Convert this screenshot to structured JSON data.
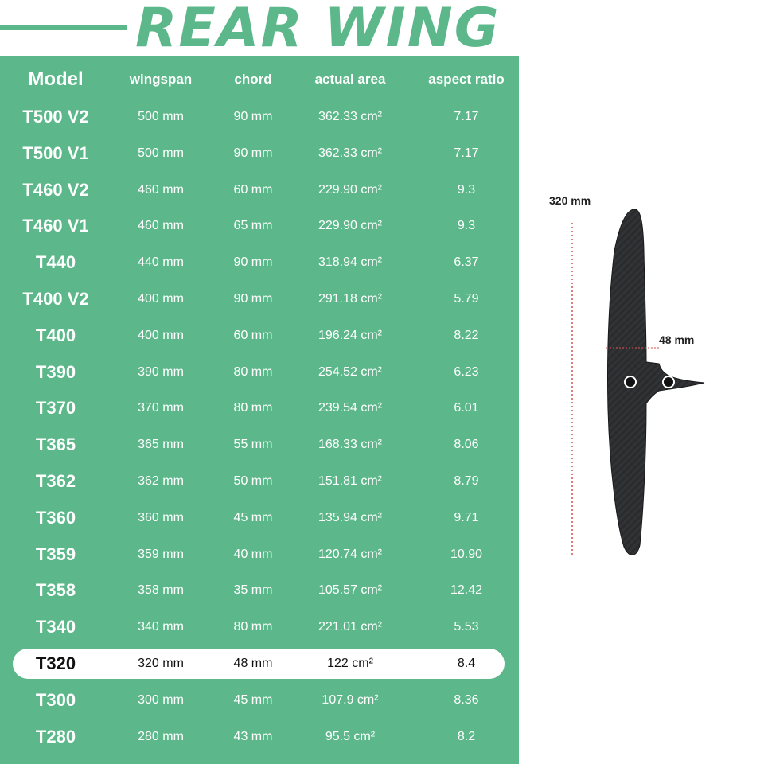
{
  "title": "REAR WING",
  "columns": {
    "model": "Model",
    "wingspan": "wingspan",
    "chord": "chord",
    "area": "actual area",
    "aspect": "aspect ratio"
  },
  "rows": [
    {
      "model": "T500 V2",
      "wingspan": "500 mm",
      "chord": "90 mm",
      "area": "362.33 cm²",
      "aspect": "7.17"
    },
    {
      "model": "T500 V1",
      "wingspan": "500 mm",
      "chord": "90 mm",
      "area": "362.33 cm²",
      "aspect": "7.17"
    },
    {
      "model": "T460 V2",
      "wingspan": "460 mm",
      "chord": "60 mm",
      "area": "229.90 cm²",
      "aspect": "9.3"
    },
    {
      "model": "T460 V1",
      "wingspan": "460 mm",
      "chord": "65 mm",
      "area": "229.90 cm²",
      "aspect": "9.3"
    },
    {
      "model": "T440",
      "wingspan": "440 mm",
      "chord": "90 mm",
      "area": "318.94 cm²",
      "aspect": "6.37"
    },
    {
      "model": "T400 V2",
      "wingspan": "400 mm",
      "chord": "90 mm",
      "area": "291.18 cm²",
      "aspect": "5.79"
    },
    {
      "model": "T400",
      "wingspan": "400 mm",
      "chord": "60 mm",
      "area": "196.24 cm²",
      "aspect": "8.22"
    },
    {
      "model": "T390",
      "wingspan": "390 mm",
      "chord": "80 mm",
      "area": "254.52 cm²",
      "aspect": "6.23"
    },
    {
      "model": "T370",
      "wingspan": "370 mm",
      "chord": "80 mm",
      "area": "239.54 cm²",
      "aspect": "6.01"
    },
    {
      "model": "T365",
      "wingspan": "365 mm",
      "chord": "55 mm",
      "area": "168.33 cm²",
      "aspect": "8.06"
    },
    {
      "model": "T362",
      "wingspan": "362 mm",
      "chord": "50 mm",
      "area": "151.81 cm²",
      "aspect": "8.79"
    },
    {
      "model": "T360",
      "wingspan": "360 mm",
      "chord": "45 mm",
      "area": "135.94 cm²",
      "aspect": "9.71"
    },
    {
      "model": "T359",
      "wingspan": "359 mm",
      "chord": "40 mm",
      "area": "120.74 cm²",
      "aspect": "10.90"
    },
    {
      "model": "T358",
      "wingspan": "358 mm",
      "chord": "35 mm",
      "area": "105.57 cm²",
      "aspect": "12.42"
    },
    {
      "model": "T340",
      "wingspan": "340 mm",
      "chord": "80 mm",
      "area": "221.01 cm²",
      "aspect": "5.53"
    },
    {
      "model": "T320",
      "wingspan": "320 mm",
      "chord": "48 mm",
      "area": "122 cm²",
      "aspect": "8.4"
    },
    {
      "model": "T300",
      "wingspan": "300 mm",
      "chord": "45 mm",
      "area": "107.9 cm²",
      "aspect": "8.36"
    },
    {
      "model": "T280",
      "wingspan": "280 mm",
      "chord": "43 mm",
      "area": "95.5 cm²",
      "aspect": "8.2"
    }
  ],
  "highlighted_model": "T320",
  "wing_image": {
    "span_label": "320 mm",
    "chord_label": "48 mm"
  },
  "colors": {
    "brand_green": "#5cb88a",
    "white": "#ffffff",
    "wing_carbon": "#2a2b2d",
    "dimension_line": "#d9534f"
  }
}
